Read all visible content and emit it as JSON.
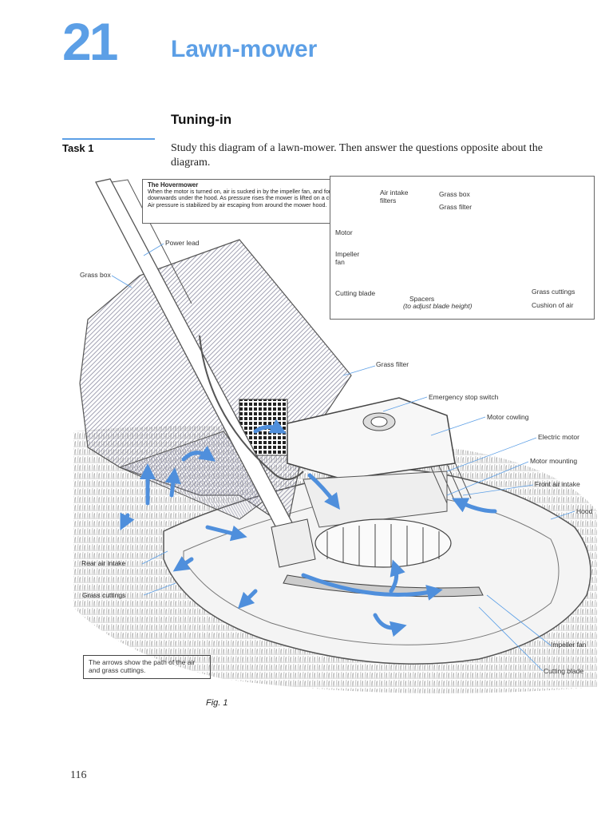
{
  "chapter": {
    "number": "21",
    "title": "Lawn-mower"
  },
  "section": {
    "heading": "Tuning-in"
  },
  "task": {
    "label": "Task 1",
    "instruction": "Study this diagram of a lawn-mower. Then answer the questions opposite about the diagram."
  },
  "hovermower_box": {
    "title": "The Hovermower",
    "text": "When the motor is turned on, air is sucked in by the impeller fan, and forced downwards under the hood. As pressure rises the mower is lifted on a cushion of air. Air pressure is stabilized by air escaping from around the mower hood."
  },
  "inset_labels": {
    "air_intake_filters": "Air intake filters",
    "grass_box": "Grass box",
    "grass_filter": "Grass filter",
    "motor": "Motor",
    "impeller_fan": "Impeller fan",
    "cutting_blade": "Cutting blade",
    "spacers": "Spacers",
    "spacers_note": "(to adjust blade height)",
    "grass_cuttings": "Grass cuttings",
    "cushion_of_air": "Cushion of air"
  },
  "main_labels": {
    "power_lead": "Power lead",
    "grass_box": "Grass box",
    "grass_filter": "Grass filter",
    "emergency_stop_switch": "Emergency stop switch",
    "motor_cowling": "Motor cowling",
    "electric_motor": "Electric motor",
    "motor_mounting": "Motor mounting",
    "front_air_intake": "Front air intake",
    "hood": "Hood",
    "rear_air_intake": "Rear air intake",
    "grass_cuttings": "Grass cuttings",
    "impeller_fan": "Impeller fan",
    "cutting_blade": "Cutting blade"
  },
  "arrows_note": "The arrows show the path of the air and grass cuttings.",
  "figure_caption": "Fig. 1",
  "page_number": "116",
  "colors": {
    "accent_blue": "#5c9fe6",
    "arrow_blue": "#4f8fdc"
  }
}
